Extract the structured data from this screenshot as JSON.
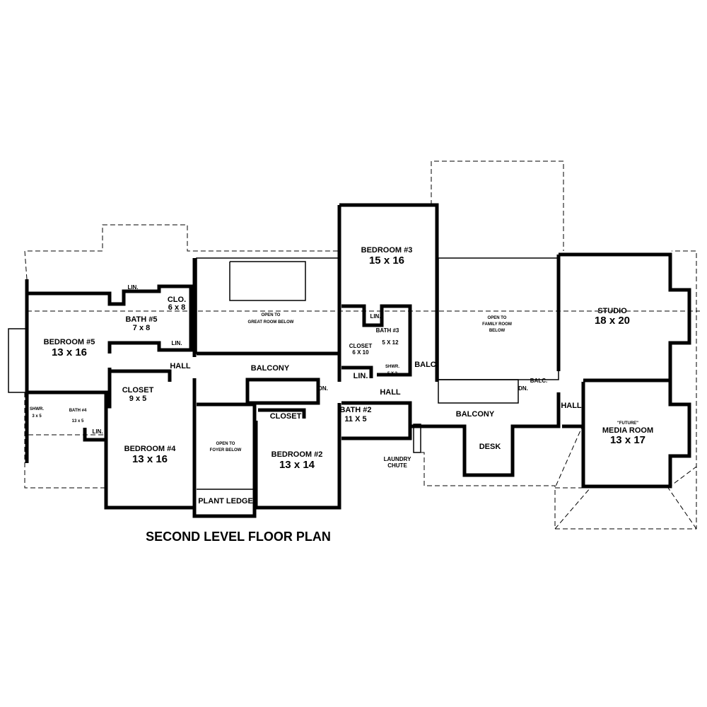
{
  "title": "SECOND LEVEL FLOOR PLAN",
  "rooms": {
    "bedroom5": {
      "name": "BEDROOM #5",
      "dims": "13 x 16"
    },
    "bath5": {
      "name": "BATH #5",
      "dims": "7 x 8"
    },
    "clo": {
      "name": "CLO.",
      "dims": "6 x 8"
    },
    "lin_top": "LIN.",
    "lin_hall": "LIN.",
    "hall_left": "HALL",
    "closet_left": {
      "name": "CLOSET",
      "dims": "9 x 5"
    },
    "shwr4": {
      "name": "SHWR.",
      "dims": "3 x 5"
    },
    "bath4": {
      "name": "BATH #4",
      "dims": "13 x 5"
    },
    "lin_bath4": "LIN.",
    "bedroom4": {
      "name": "BEDROOM #4",
      "dims": "13 x 16"
    },
    "great_room": {
      "line1": "OPEN TO",
      "line2": "GREAT ROOM BELOW"
    },
    "balcony_center": "BALCONY",
    "stairs_center_dn": "DN.",
    "closet_center": "CLOSET",
    "foyer": {
      "line1": "OPEN TO",
      "line2": "FOYER BELOW"
    },
    "plant_ledge": "PLANT LEDGE",
    "bedroom2": {
      "name": "BEDROOM #2",
      "dims": "13 x 14"
    },
    "bedroom3": {
      "name": "BEDROOM #3",
      "dims": "15 x 16"
    },
    "lin_bed3": "LIN.",
    "bath3": {
      "name": "BATH #3",
      "dims": "5 X 12"
    },
    "closet_bed3": {
      "name": "CLOSET",
      "dims": "6 X 10"
    },
    "shwr3": {
      "name": "SHWR.",
      "dims": "5 X 3"
    },
    "lin_hall_center": "LIN.",
    "hall_center": "HALL",
    "balc_small": "BALC.",
    "bath2": {
      "name": "BATH #2",
      "dims": "11 X 5"
    },
    "laundry": {
      "line1": "LAUNDRY",
      "line2": "CHUTE"
    },
    "family_room": {
      "line1": "OPEN TO",
      "line2": "FAMILY ROOM",
      "line3": "BELOW"
    },
    "balc_right": "BALC.",
    "stairs_right_dn": "DN.",
    "balcony_right": "BALCONY",
    "desk": "DESK",
    "hall_right": "HALL",
    "studio": {
      "name": "STUDIO",
      "dims": "18 x 20"
    },
    "media": {
      "note": "\"FUTURE\"",
      "name": "MEDIA ROOM",
      "dims": "13 x 17"
    }
  }
}
